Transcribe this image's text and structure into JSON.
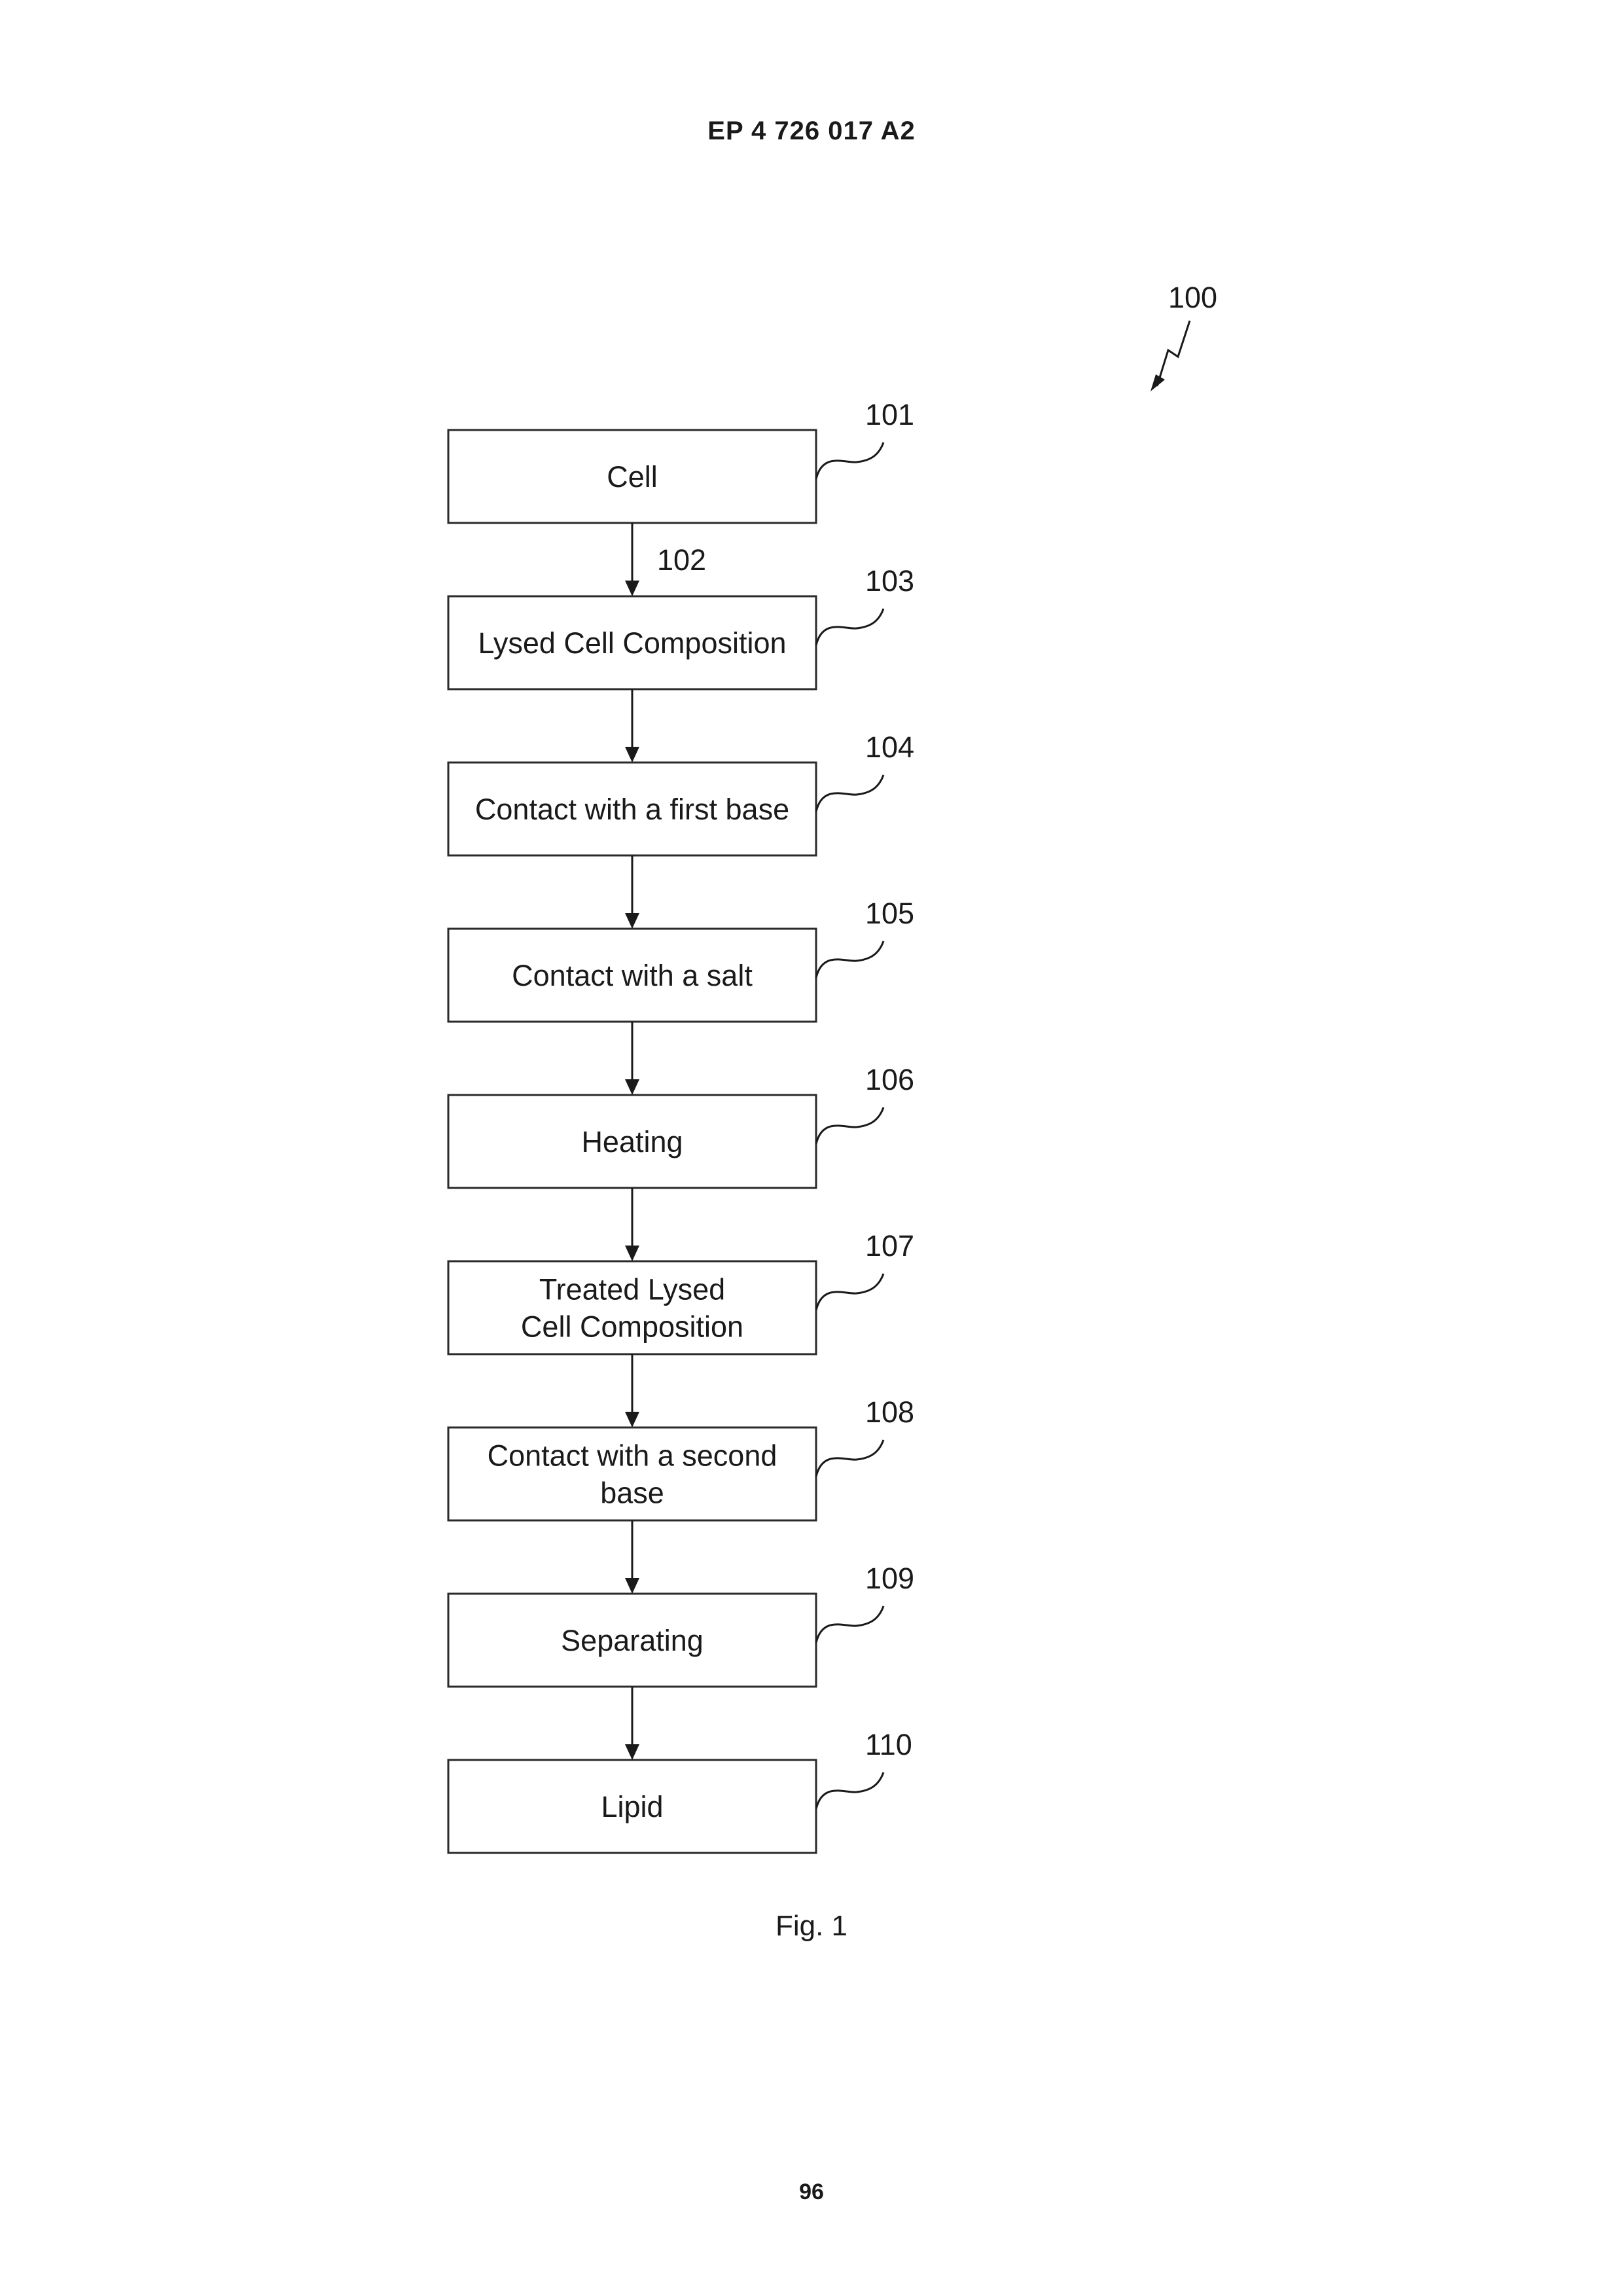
{
  "header": {
    "publication_number": "EP 4 726 017 A2"
  },
  "figure": {
    "reference": "100",
    "caption": "Fig. 1",
    "steps": [
      {
        "ref": "101",
        "lines": [
          "Cell"
        ]
      },
      {
        "ref": "103",
        "lines": [
          "Lysed Cell Composition"
        ]
      },
      {
        "ref": "104",
        "lines": [
          "Contact with a first base"
        ]
      },
      {
        "ref": "105",
        "lines": [
          "Contact with a salt"
        ]
      },
      {
        "ref": "106",
        "lines": [
          "Heating"
        ]
      },
      {
        "ref": "107",
        "lines": [
          "Treated Lysed",
          "Cell Composition"
        ]
      },
      {
        "ref": "108",
        "lines": [
          "Contact with a second",
          "base"
        ]
      },
      {
        "ref": "109",
        "lines": [
          "Separating"
        ]
      },
      {
        "ref": "110",
        "lines": [
          "Lipid"
        ]
      }
    ],
    "arrow_labels": [
      {
        "after_step": 0,
        "ref": "102"
      }
    ]
  },
  "footer": {
    "page_number": "96"
  }
}
